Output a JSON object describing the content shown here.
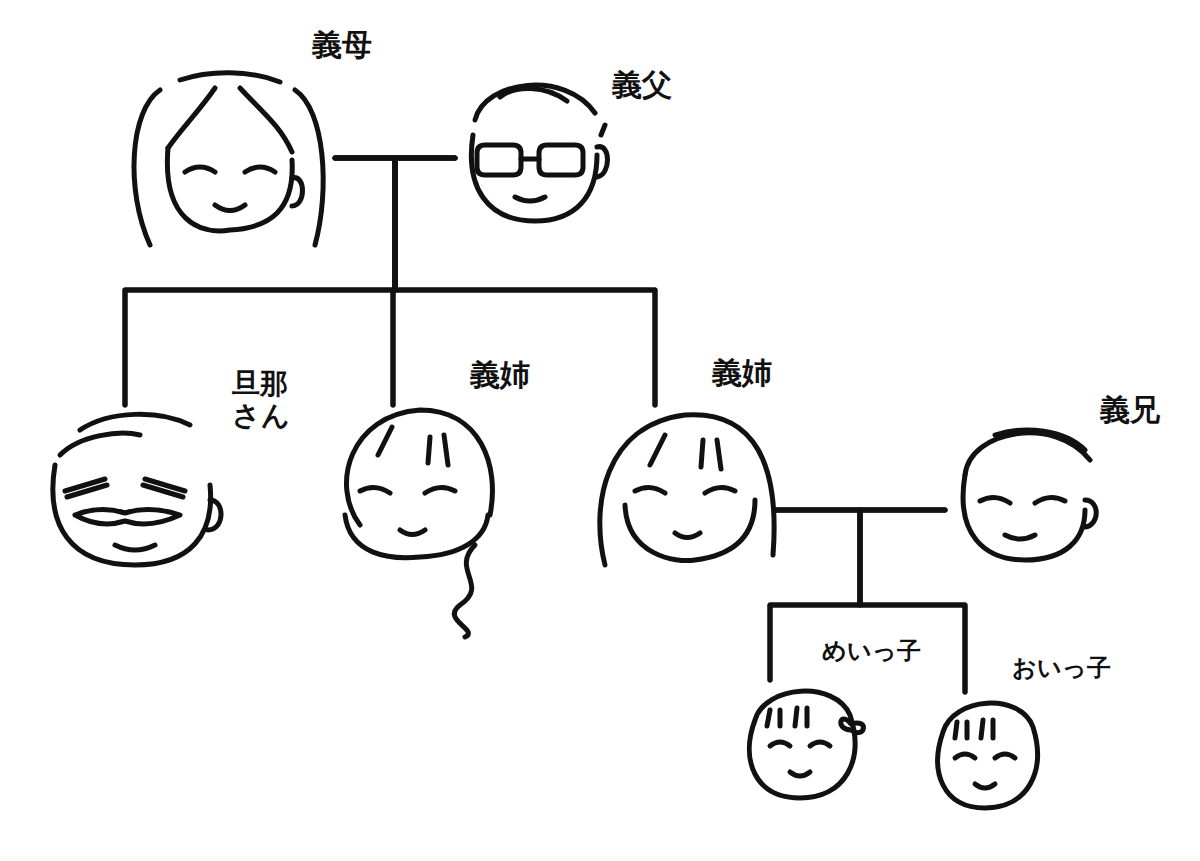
{
  "diagram": {
    "nodes": [
      {
        "text": [
          "義母"
        ]
      },
      {
        "text": [
          "義父"
        ]
      },
      {
        "text": [
          "旦那さん"
        ]
      },
      {
        "text": [
          "義姉"
        ]
      },
      {
        "text": [
          "義姉"
        ]
      },
      {
        "text": [
          "義兄"
        ]
      },
      {
        "text": [
          "めいっ子"
        ]
      },
      {
        "text": [
          "おいっ子"
        ]
      }
    ],
    "edges": [
      {
        "from": 0,
        "to": 1,
        "arrow": "none"
      },
      {
        "from": 0,
        "to": 2,
        "arrow": "none"
      },
      {
        "from": 0,
        "to": 3,
        "arrow": "none"
      },
      {
        "from": 0,
        "to": 4,
        "arrow": "none"
      },
      {
        "from": 1,
        "to": 2,
        "arrow": "none"
      },
      {
        "from": 1,
        "to": 3,
        "arrow": "none"
      },
      {
        "from": 1,
        "to": 4,
        "arrow": "none"
      },
      {
        "from": 4,
        "to": 5,
        "arrow": "none"
      },
      {
        "from": 4,
        "to": 6,
        "arrow": "none"
      },
      {
        "from": 4,
        "to": 7,
        "arrow": "none"
      },
      {
        "from": 5,
        "to": 6,
        "arrow": "none"
      },
      {
        "from": 5,
        "to": 7,
        "arrow": "none"
      }
    ]
  }
}
